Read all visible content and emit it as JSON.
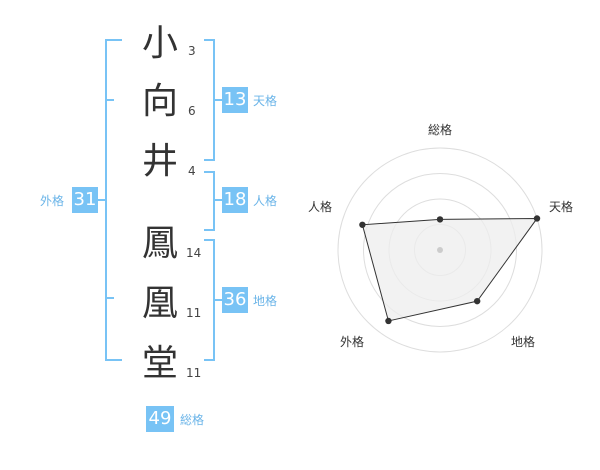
{
  "name": {
    "chars": [
      {
        "char": "小",
        "strokes": "3"
      },
      {
        "char": "向",
        "strokes": "6"
      },
      {
        "char": "井",
        "strokes": "4"
      },
      {
        "char": "鳳",
        "strokes": "14"
      },
      {
        "char": "凰",
        "strokes": "11"
      },
      {
        "char": "堂",
        "strokes": "11"
      }
    ]
  },
  "kaku": {
    "tenkaku": {
      "value": "13",
      "label": "天格"
    },
    "jinkaku": {
      "value": "18",
      "label": "人格"
    },
    "chikaku": {
      "value": "36",
      "label": "地格"
    },
    "gaikaku": {
      "value": "31",
      "label": "外格"
    },
    "soukaku": {
      "value": "49",
      "label": "総格"
    }
  },
  "colors": {
    "accent": "#78c3f5",
    "accent_text": "#6ab4e8",
    "bracket": "#78c3f5",
    "radar_fill": "#eeeeee",
    "radar_line": "#333333",
    "ring": "#dddddd"
  },
  "chart_data": {
    "type": "radar",
    "axes": [
      "総格",
      "天格",
      "地格",
      "外格",
      "人格"
    ],
    "values": [
      0.3,
      1.0,
      0.62,
      0.86,
      0.8
    ],
    "max": 1.0,
    "rings": 4
  }
}
